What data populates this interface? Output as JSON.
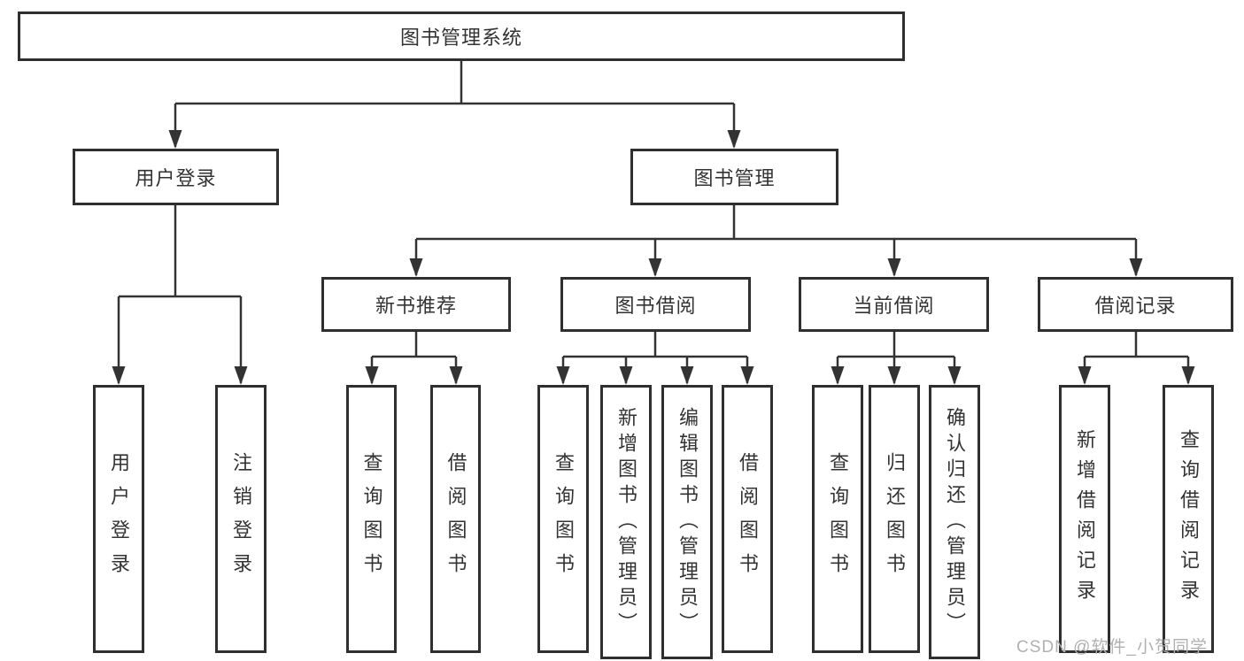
{
  "diagram": {
    "title": "图书管理系统",
    "root": {
      "label": "图书管理系统"
    },
    "level2": {
      "user_login": {
        "label": "用户登录"
      },
      "book_mgmt": {
        "label": "图书管理"
      }
    },
    "level3": {
      "new_book": {
        "label": "新书推荐"
      },
      "book_borrow": {
        "label": "图书借阅"
      },
      "current_borrow": {
        "label": "当前借阅"
      },
      "borrow_record": {
        "label": "借阅记录"
      }
    },
    "leaves": {
      "user_login": [
        "用户登录",
        "注销登录"
      ],
      "new_book": [
        "查询图书",
        "借阅图书"
      ],
      "book_borrow": [
        "查询图书",
        "新增图书（管理员）",
        "编辑图书（管理员）",
        "借阅图书"
      ],
      "current_borrow": [
        "查询图书",
        "归还图书",
        "确认归还（管理员）"
      ],
      "borrow_record": [
        "新增借阅记录",
        "查询借阅记录"
      ]
    }
  },
  "watermark": "CSDN @软件_小贺同学",
  "colors": {
    "line": "#333333",
    "border": "#2f2f2f",
    "text": "#333333",
    "watermark": "#b0b0b0",
    "background": "#ffffff"
  }
}
